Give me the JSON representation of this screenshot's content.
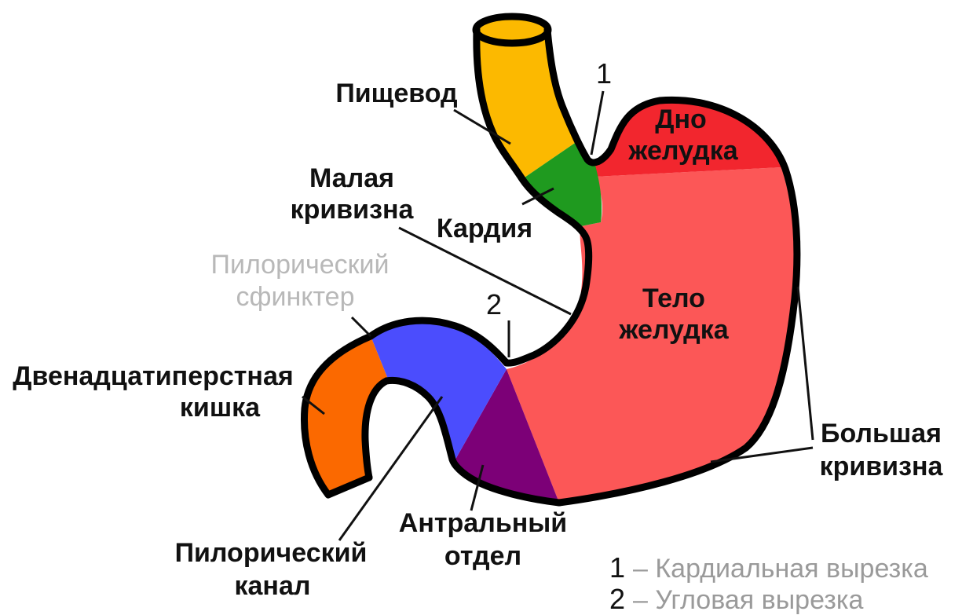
{
  "labels": {
    "esophagus": "Пищевод",
    "cardia": "Кардия",
    "fundus_line1": "Дно",
    "fundus_line2": "желудка",
    "body_line1": "Тело",
    "body_line2": "желудка",
    "lesser_curvature_line1": "Малая",
    "lesser_curvature_line2": "кривизна",
    "pyloric_sphincter_line1": "Пилорический",
    "pyloric_sphincter_line2": "сфинктер",
    "duodenum_line1": "Двенадцатиперстная",
    "duodenum_line2": "кишка",
    "pyloric_canal_line1": "Пилорический",
    "pyloric_canal_line2": "канал",
    "antrum_line1": "Антральный",
    "antrum_line2": "отдел",
    "greater_curvature_line1": "Большая",
    "greater_curvature_line2": "кривизна"
  },
  "markers": {
    "cardiac_notch": "1",
    "angular_notch": "2"
  },
  "legend": [
    {
      "num": "1",
      "text": "– Кардиальная вырезка"
    },
    {
      "num": "2",
      "text": "– Угловая вырезка"
    }
  ],
  "colors": {
    "esophagus": "#fcb900",
    "cardia": "#1f9a1f",
    "fundus": "#f2262e",
    "body": "#fc5757",
    "antrum": "#7c0077",
    "pylorus": "#4b4dfd",
    "duodenum": "#fb6900",
    "outline": "#000000"
  }
}
